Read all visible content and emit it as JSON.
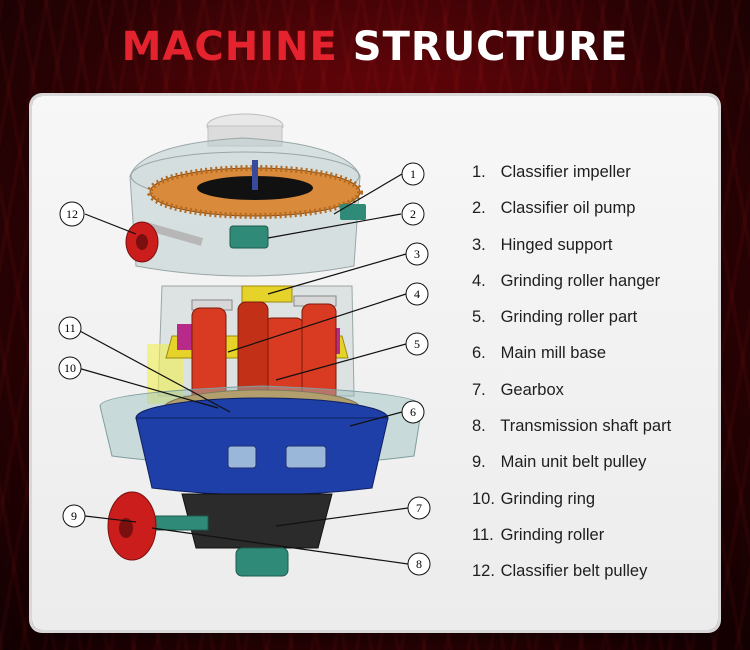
{
  "title": {
    "part1": "MACHINE",
    "part2": "STRUCTURE"
  },
  "parts": [
    {
      "num": "1.",
      "label": "Classifier impeller"
    },
    {
      "num": "2.",
      "label": "Classifier oil pump"
    },
    {
      "num": "3.",
      "label": " Hinged support"
    },
    {
      "num": "4.",
      "label": "Grinding roller hanger"
    },
    {
      "num": "5.",
      "label": "Grinding roller part"
    },
    {
      "num": "6.",
      "label": "Main mill base"
    },
    {
      "num": "7.",
      "label": "Gearbox"
    },
    {
      "num": "8.",
      "label": "Transmission shaft part"
    },
    {
      "num": "9.",
      "label": "Main unit belt pulley"
    },
    {
      "num": "10.",
      "label": "Grinding ring"
    },
    {
      "num": "11.",
      "label": "Grinding roller"
    },
    {
      "num": "12.",
      "label": "Classifier belt pulley"
    }
  ],
  "callouts": [
    "1",
    "2",
    "3",
    "4",
    "5",
    "6",
    "7",
    "8",
    "9",
    "10",
    "11",
    "12"
  ],
  "colors": {
    "accent": "#e5232f",
    "base": "#1f3fa8",
    "roller": "#d93a22",
    "impeller": "#d98a3a"
  }
}
